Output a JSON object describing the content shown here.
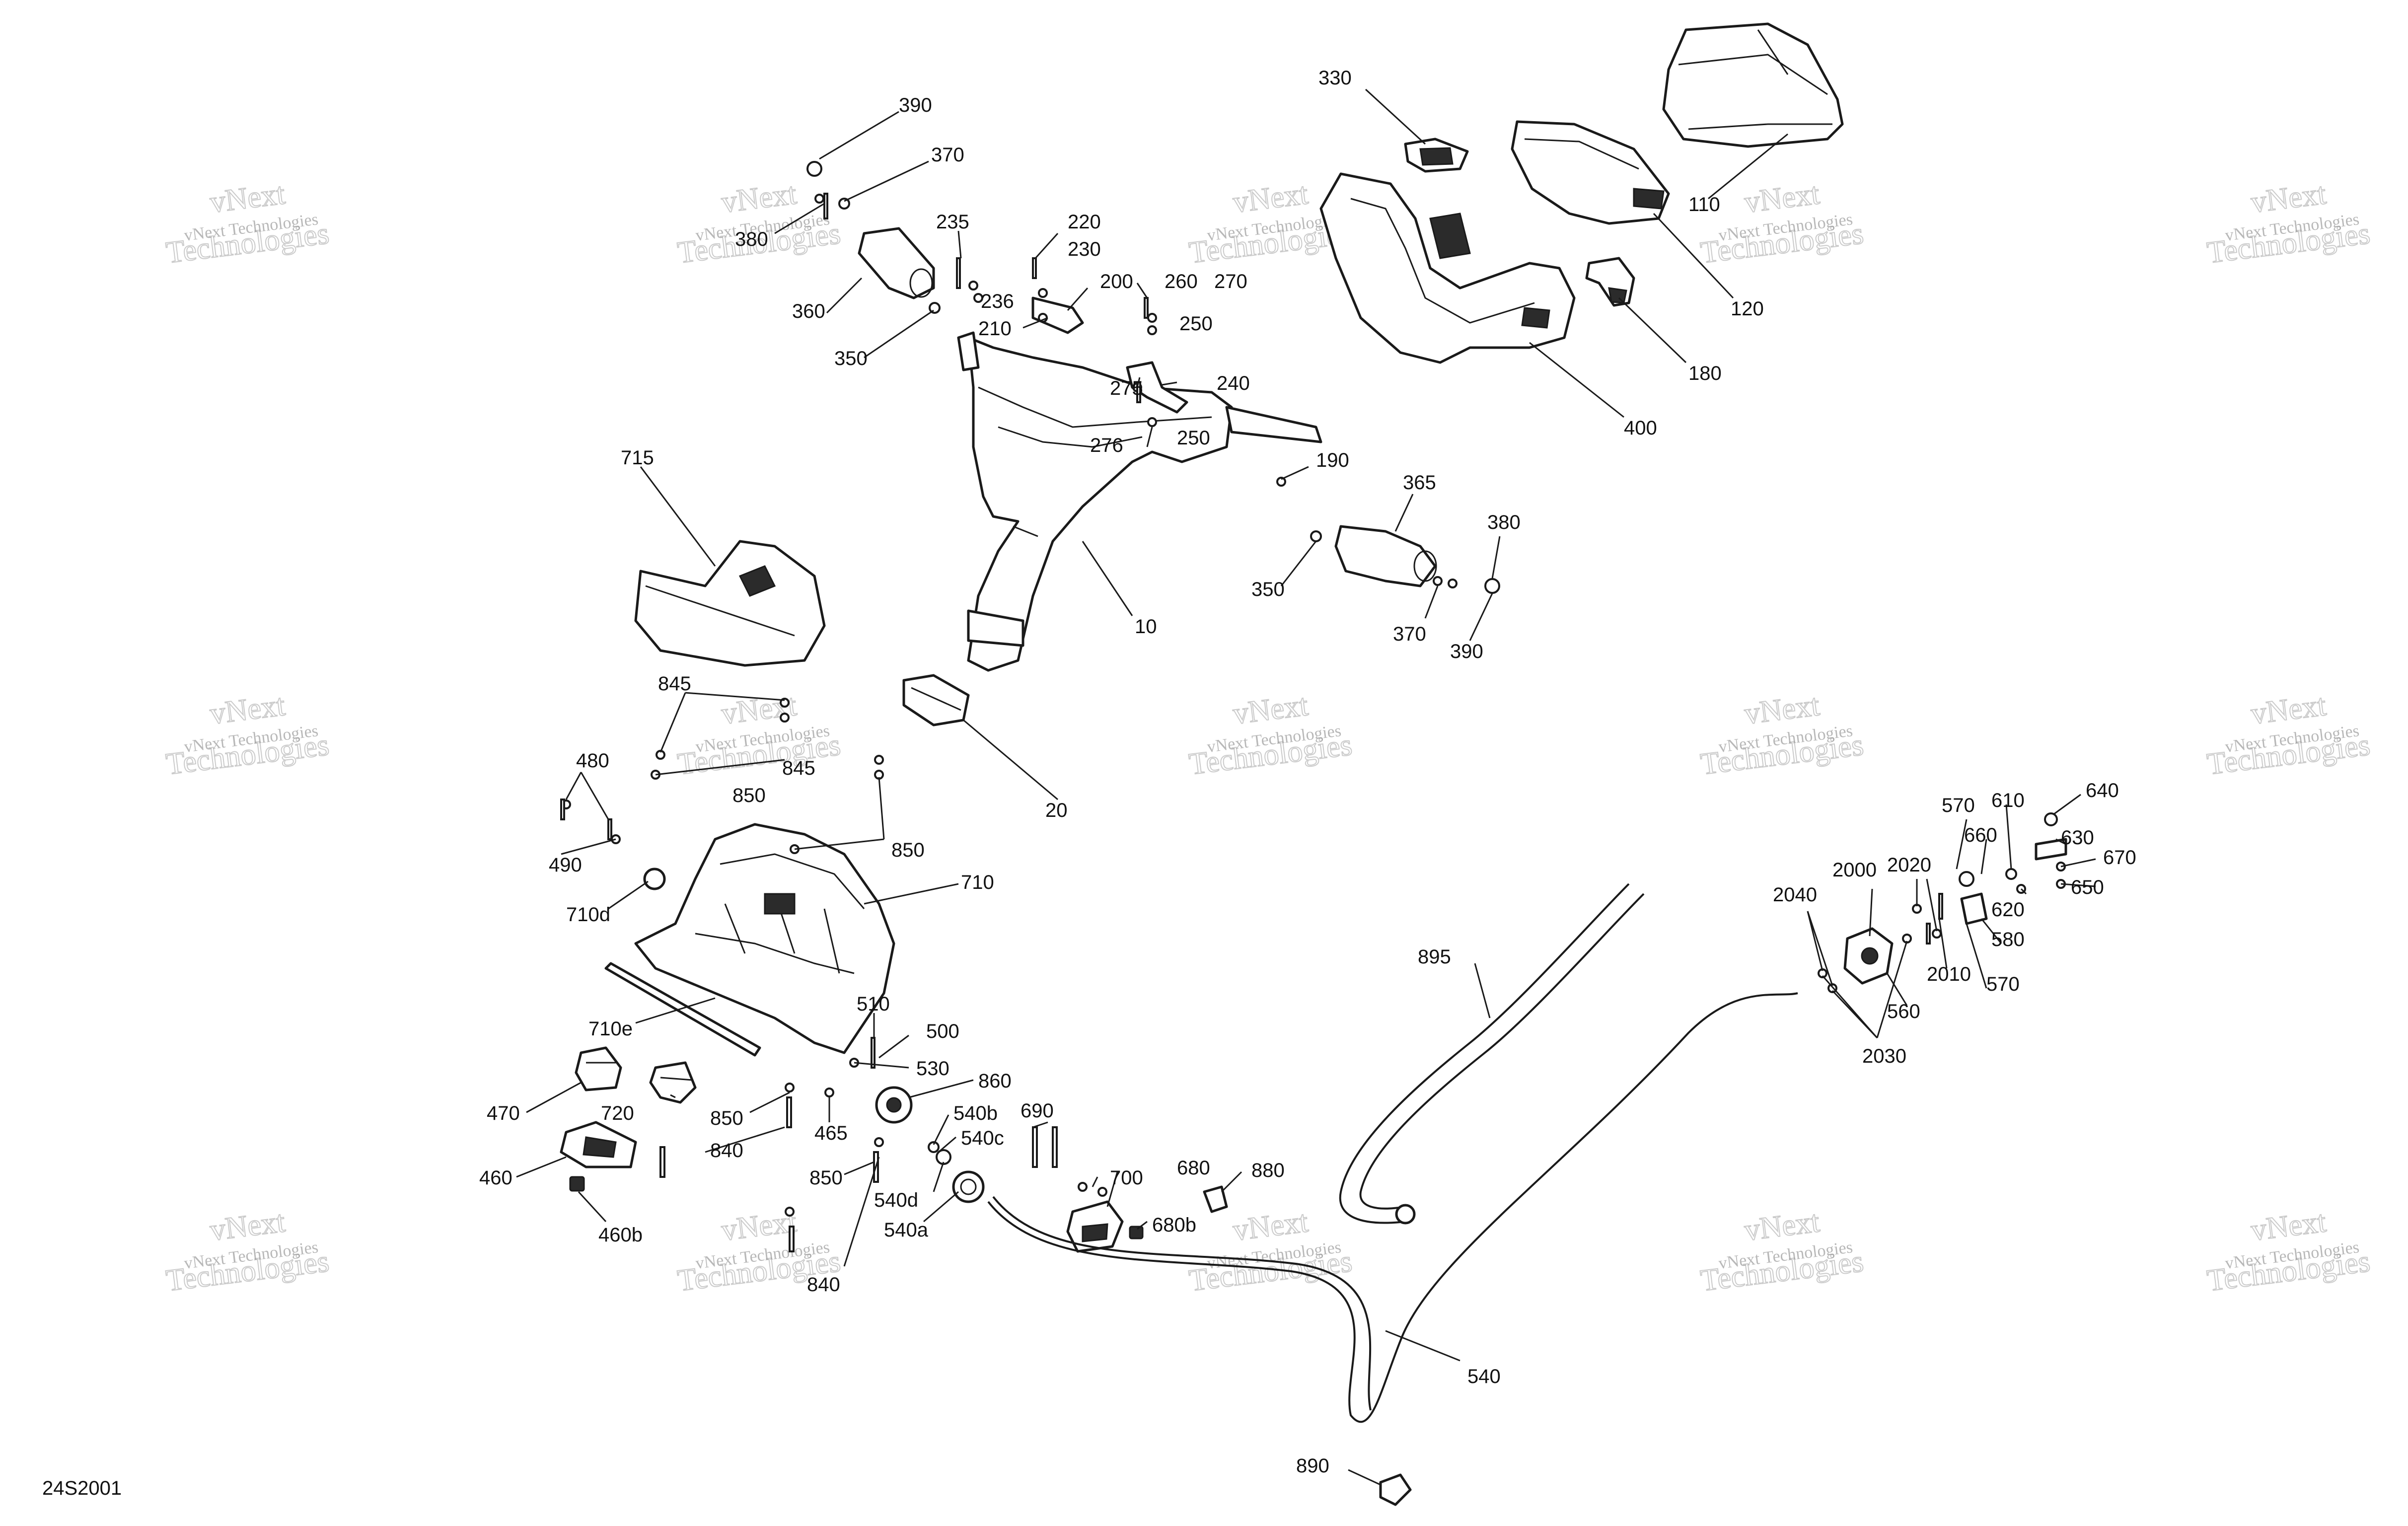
{
  "diagram_id": "24S2001",
  "watermark": {
    "line1": "vNext Technologies",
    "line2": "vNext",
    "line3": "Technologies"
  },
  "callouts": [
    {
      "id": "c390a",
      "label": "390"
    },
    {
      "id": "c370a",
      "label": "370"
    },
    {
      "id": "c380a",
      "label": "380"
    },
    {
      "id": "c360",
      "label": "360"
    },
    {
      "id": "c350a",
      "label": "350"
    },
    {
      "id": "c235",
      "label": "235"
    },
    {
      "id": "c236",
      "label": "236"
    },
    {
      "id": "c220",
      "label": "220"
    },
    {
      "id": "c230",
      "label": "230"
    },
    {
      "id": "c200",
      "label": "200"
    },
    {
      "id": "c210",
      "label": "210"
    },
    {
      "id": "c260",
      "label": "260"
    },
    {
      "id": "c270",
      "label": "270"
    },
    {
      "id": "c250a",
      "label": "250"
    },
    {
      "id": "c240",
      "label": "240"
    },
    {
      "id": "c275",
      "label": "275"
    },
    {
      "id": "c276",
      "label": "276"
    },
    {
      "id": "c250b",
      "label": "250"
    },
    {
      "id": "c330",
      "label": "330"
    },
    {
      "id": "c110",
      "label": "110"
    },
    {
      "id": "c120",
      "label": "120"
    },
    {
      "id": "c180",
      "label": "180"
    },
    {
      "id": "c400",
      "label": "400"
    },
    {
      "id": "c190",
      "label": "190"
    },
    {
      "id": "c365",
      "label": "365"
    },
    {
      "id": "c380b",
      "label": "380"
    },
    {
      "id": "c350b",
      "label": "350"
    },
    {
      "id": "c370b",
      "label": "370"
    },
    {
      "id": "c390b",
      "label": "390"
    },
    {
      "id": "c10",
      "label": "10"
    },
    {
      "id": "c715",
      "label": "715"
    },
    {
      "id": "c20",
      "label": "20"
    },
    {
      "id": "c845a",
      "label": "845"
    },
    {
      "id": "c845b",
      "label": "845"
    },
    {
      "id": "c480",
      "label": "480"
    },
    {
      "id": "c490",
      "label": "490"
    },
    {
      "id": "c850a",
      "label": "850"
    },
    {
      "id": "c850b",
      "label": "850"
    },
    {
      "id": "c710d",
      "label": "710d"
    },
    {
      "id": "c710",
      "label": "710"
    },
    {
      "id": "c710e",
      "label": "710e"
    },
    {
      "id": "c510",
      "label": "510"
    },
    {
      "id": "c500",
      "label": "500"
    },
    {
      "id": "c530",
      "label": "530"
    },
    {
      "id": "c860",
      "label": "860"
    },
    {
      "id": "c540b",
      "label": "540b"
    },
    {
      "id": "c540c",
      "label": "540c"
    },
    {
      "id": "c465",
      "label": "465"
    },
    {
      "id": "c470",
      "label": "470"
    },
    {
      "id": "c720",
      "label": "720"
    },
    {
      "id": "c850c",
      "label": "850"
    },
    {
      "id": "c840a",
      "label": "840"
    },
    {
      "id": "c460",
      "label": "460"
    },
    {
      "id": "c460b",
      "label": "460b"
    },
    {
      "id": "c850d",
      "label": "850"
    },
    {
      "id": "c840b",
      "label": "840"
    },
    {
      "id": "c540d",
      "label": "540d"
    },
    {
      "id": "c540a",
      "label": "540a"
    },
    {
      "id": "c690",
      "label": "690"
    },
    {
      "id": "c700",
      "label": "700"
    },
    {
      "id": "c680",
      "label": "680"
    },
    {
      "id": "c680b",
      "label": "680b"
    },
    {
      "id": "c880",
      "label": "880"
    },
    {
      "id": "c895",
      "label": "895"
    },
    {
      "id": "c540",
      "label": "540"
    },
    {
      "id": "c890",
      "label": "890"
    },
    {
      "id": "c570a",
      "label": "570"
    },
    {
      "id": "c610",
      "label": "610"
    },
    {
      "id": "c640",
      "label": "640"
    },
    {
      "id": "c660",
      "label": "660"
    },
    {
      "id": "c630",
      "label": "630"
    },
    {
      "id": "c670",
      "label": "670"
    },
    {
      "id": "c650",
      "label": "650"
    },
    {
      "id": "c620",
      "label": "620"
    },
    {
      "id": "c2000",
      "label": "2000"
    },
    {
      "id": "c2020",
      "label": "2020"
    },
    {
      "id": "c2040",
      "label": "2040"
    },
    {
      "id": "c580",
      "label": "580"
    },
    {
      "id": "c2010",
      "label": "2010"
    },
    {
      "id": "c570b",
      "label": "570"
    },
    {
      "id": "c560",
      "label": "560"
    },
    {
      "id": "c2030",
      "label": "2030"
    }
  ]
}
